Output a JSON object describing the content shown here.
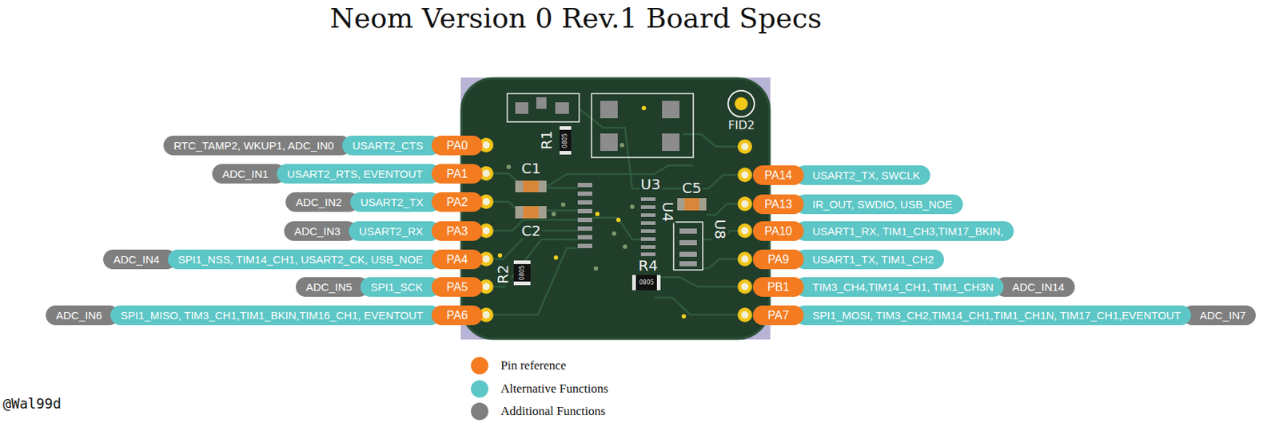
{
  "diagram": {
    "title": "Neom Version 0 Rev.1 Board Specs",
    "nodes": [
      {
        "text": [
          "RTC_TAMP2, WKUP1, ADC_IN0"
        ]
      },
      {
        "text": [
          "USART2_CTS"
        ]
      },
      {
        "text": [
          "PA0"
        ]
      },
      {
        "text": [
          "ADC_IN1"
        ]
      },
      {
        "text": [
          "USART2_RTS, EVENTOUT"
        ]
      },
      {
        "text": [
          "PA1"
        ]
      },
      {
        "text": [
          "PA14"
        ]
      },
      {
        "text": [
          "USART2_TX, SWCLK"
        ]
      },
      {
        "text": [
          "ADC_IN2"
        ]
      },
      {
        "text": [
          "USART2_TX"
        ]
      },
      {
        "text": [
          "PA2"
        ]
      },
      {
        "text": [
          "PA13"
        ]
      },
      {
        "text": [
          "IR_OUT, SWDIO, USB_NOE"
        ]
      },
      {
        "text": [
          "ADC_IN3"
        ]
      },
      {
        "text": [
          "USART2_RX"
        ]
      },
      {
        "text": [
          "PA3"
        ]
      },
      {
        "text": [
          "PA10"
        ]
      },
      {
        "text": [
          "USART1_RX, TIM1_CH3,TIM17_BKIN,"
        ]
      },
      {
        "text": [
          "ADC_IN4"
        ]
      },
      {
        "text": [
          "SPI1_NSS, TIM14_CH1, USART2_CK, USB_NOE"
        ]
      },
      {
        "text": [
          "PA4"
        ]
      },
      {
        "text": [
          "PA9"
        ]
      },
      {
        "text": [
          "USART1_TX, TIM1_CH2"
        ]
      },
      {
        "text": [
          "ADC_IN5"
        ]
      },
      {
        "text": [
          "SPI1_SCK"
        ]
      },
      {
        "text": [
          "PA5"
        ]
      },
      {
        "text": [
          "PB1"
        ]
      },
      {
        "text": [
          "TIM3_CH4,TIM14_CH1, TIM1_CH3N"
        ]
      },
      {
        "text": [
          "ADC_IN14"
        ]
      },
      {
        "text": [
          "ADC_IN6"
        ]
      },
      {
        "text": [
          "SPI1_MISO, TIM3_CH1,TIM1_BKIN,TIM16_CH1, EVENTOUT"
        ]
      },
      {
        "text": [
          "PA6"
        ]
      },
      {
        "text": [
          "PA7"
        ]
      },
      {
        "text": [
          "SPI1_MOSI, TIM3_CH2,TIM14_CH1,TIM1_CH1N, TIM17_CH1,EVENTOUT"
        ]
      },
      {
        "text": [
          "ADC_IN7"
        ]
      }
    ],
    "labels": [
      "FID2",
      "R1",
      "C1",
      "C2",
      "U3",
      "C5",
      "U4",
      "U8",
      "R2",
      "R4",
      "0805",
      "0805",
      "0805",
      "@Wal99d"
    ],
    "legend": [
      {
        "text": "Pin reference",
        "color": "#f47b20"
      },
      {
        "text": "Alternative Functions",
        "color": "#5dc6c6"
      },
      {
        "text": "Additional Functions",
        "color": "#7f7f7f"
      }
    ]
  }
}
